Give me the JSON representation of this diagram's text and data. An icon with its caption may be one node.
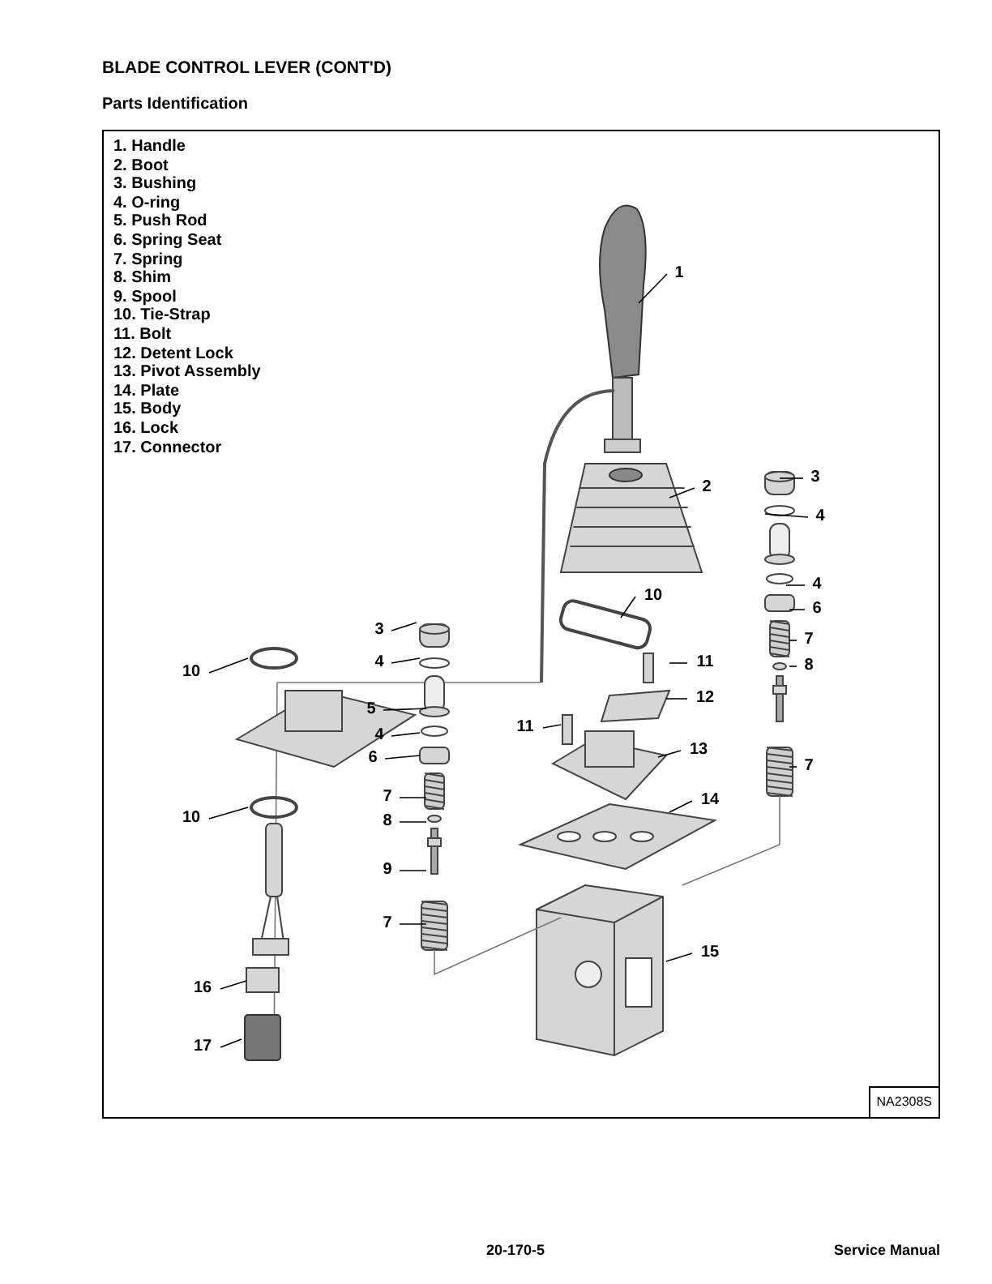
{
  "diagram": {
    "title": "BLADE CONTROL LEVER (CONT'D)",
    "nodes": [
      {
        "text": [
          "1. Handle",
          "2. Boot",
          "3. Bushing",
          "4. O-ring",
          "5. Push Rod",
          "6. Spring Seat",
          "7. Spring",
          "8. Shim",
          "9. Spool",
          "10. Tie-Strap",
          "11. Bolt",
          "12. Detent Lock",
          "13. Pivot Assembly",
          "14. Plate",
          "15. Body",
          "16. Lock",
          "17. Connector"
        ]
      },
      {
        "text": [
          "1"
        ],
        "in": 0
      },
      {
        "text": [
          "3"
        ],
        "in": 0
      },
      {
        "text": [
          "2"
        ],
        "in": 0
      },
      {
        "text": [
          "4"
        ],
        "in": 0
      },
      {
        "text": [
          "4"
        ],
        "in": 0
      },
      {
        "text": [
          "10"
        ],
        "in": 0
      },
      {
        "text": [
          "6"
        ],
        "in": 0
      },
      {
        "text": [
          "3"
        ],
        "in": 0
      },
      {
        "text": [
          "7"
        ],
        "in": 0
      },
      {
        "text": [
          "4"
        ],
        "in": 0
      },
      {
        "text": [
          "11"
        ],
        "in": 0
      },
      {
        "text": [
          "8"
        ],
        "in": 0
      },
      {
        "text": [
          "10"
        ],
        "in": 0
      },
      {
        "text": [
          "12"
        ],
        "in": 0
      },
      {
        "text": [
          "5"
        ],
        "in": 0
      },
      {
        "text": [
          "11"
        ],
        "in": 0
      },
      {
        "text": [
          "4"
        ],
        "in": 0
      },
      {
        "text": [
          "13"
        ],
        "in": 0
      },
      {
        "text": [
          "6"
        ],
        "in": 0
      },
      {
        "text": [
          "7"
        ],
        "in": 0
      },
      {
        "text": [
          "7"
        ],
        "in": 0
      },
      {
        "text": [
          "14"
        ],
        "in": 0
      },
      {
        "text": [
          "10"
        ],
        "in": 0
      },
      {
        "text": [
          "8"
        ],
        "in": 0
      },
      {
        "text": [
          "9"
        ],
        "in": 0
      },
      {
        "text": [
          "7"
        ],
        "in": 0
      },
      {
        "text": [
          "15"
        ],
        "in": 0
      },
      {
        "text": [
          "16"
        ],
        "in": 0
      },
      {
        "text": [
          "17"
        ],
        "in": 0
      },
      {
        "text": [
          "NA2308S"
        ],
        "in": 0
      }
    ],
    "edges": [
      {
        "from": 1,
        "to": null,
        "arrow": "none"
      },
      {
        "from": 2,
        "to": null,
        "arrow": "none"
      },
      {
        "from": 3,
        "to": null,
        "arrow": "none"
      },
      {
        "from": 4,
        "to": null,
        "arrow": "none"
      },
      {
        "from": 5,
        "to": null,
        "arrow": "none"
      },
      {
        "from": 6,
        "to": null,
        "arrow": "none"
      },
      {
        "from": 7,
        "to": null,
        "arrow": "none"
      },
      {
        "from": 8,
        "to": null,
        "arrow": "none"
      },
      {
        "from": 9,
        "to": null,
        "arrow": "none"
      },
      {
        "from": 10,
        "to": null,
        "arrow": "none"
      },
      {
        "from": 11,
        "to": null,
        "arrow": "none"
      },
      {
        "from": 12,
        "to": null,
        "arrow": "none"
      },
      {
        "from": 13,
        "to": null,
        "arrow": "none"
      },
      {
        "from": 14,
        "to": null,
        "arrow": "none"
      },
      {
        "from": 15,
        "to": null,
        "arrow": "none"
      },
      {
        "from": 16,
        "to": null,
        "arrow": "none"
      },
      {
        "from": 17,
        "to": null,
        "arrow": "none"
      },
      {
        "from": 18,
        "to": null,
        "arrow": "none"
      },
      {
        "from": 19,
        "to": null,
        "arrow": "none"
      },
      {
        "from": 20,
        "to": null,
        "arrow": "none"
      },
      {
        "from": 21,
        "to": null,
        "arrow": "none"
      },
      {
        "from": 22,
        "to": null,
        "arrow": "none"
      },
      {
        "from": 23,
        "to": null,
        "arrow": "none"
      },
      {
        "from": 24,
        "to": null,
        "arrow": "none"
      },
      {
        "from": 25,
        "to": null,
        "arrow": "none"
      },
      {
        "from": 26,
        "to": null,
        "arrow": "none"
      },
      {
        "from": 27,
        "to": null,
        "arrow": "none"
      },
      {
        "from": 28,
        "to": null,
        "arrow": "none"
      },
      {
        "from": 29,
        "to": null,
        "arrow": "none"
      }
    ],
    "labels": [
      "Parts Identification",
      "20-170-5",
      "Service Manual"
    ]
  }
}
